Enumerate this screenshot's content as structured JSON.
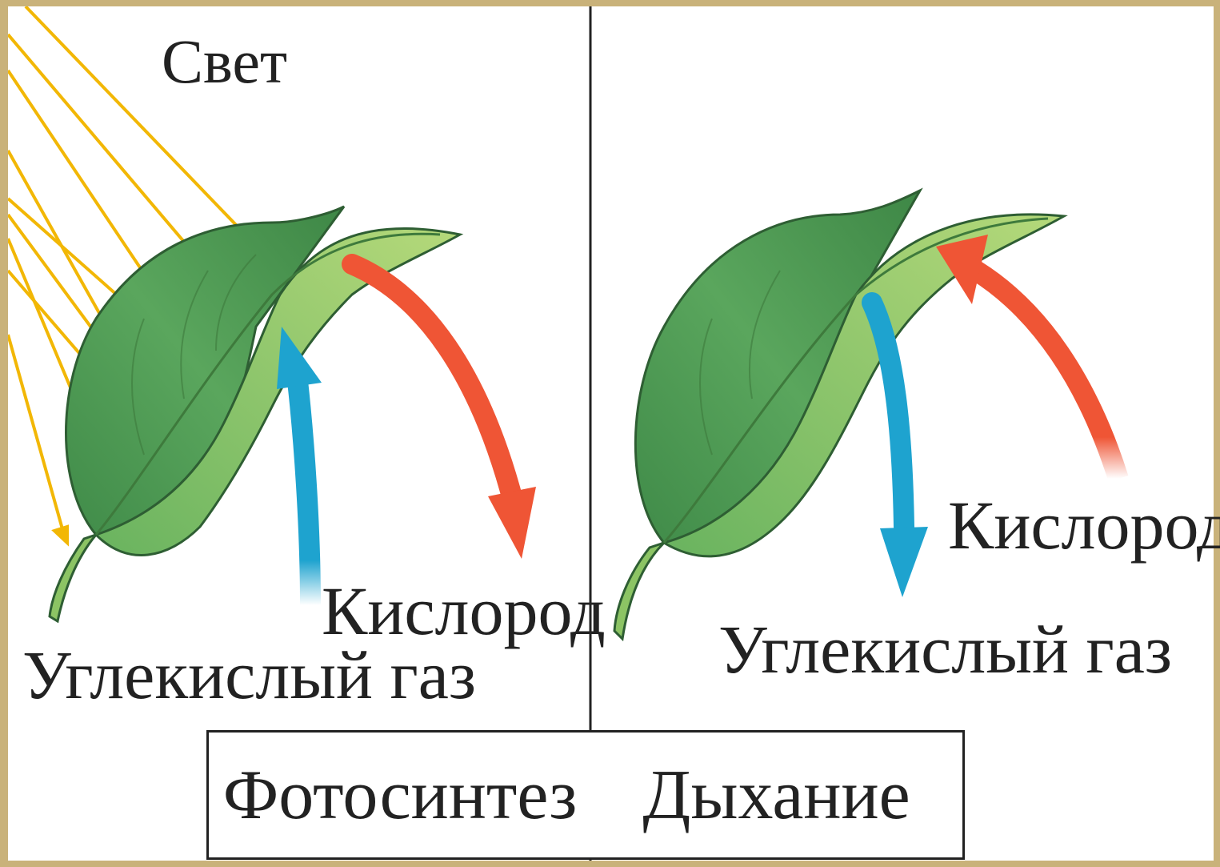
{
  "panels": {
    "photosynthesis": {
      "light_label": "Свет",
      "oxygen_label": "Кислород",
      "co2_label": "Углекислый газ",
      "caption": "Фотосинтез"
    },
    "respiration": {
      "oxygen_label": "Кислород",
      "co2_label": "Углекислый газ",
      "caption": "Дыхание"
    }
  },
  "colors": {
    "light_ray": "#f2b705",
    "oxygen_arrow": "#ef5535",
    "co2_arrow": "#1ea3cf",
    "leaf_dark": "#4f9a55",
    "leaf_light": "#8cc464",
    "divider": "#222222"
  },
  "icons": [
    "leaf-icon",
    "sun-ray-icon",
    "arrow-icon"
  ]
}
